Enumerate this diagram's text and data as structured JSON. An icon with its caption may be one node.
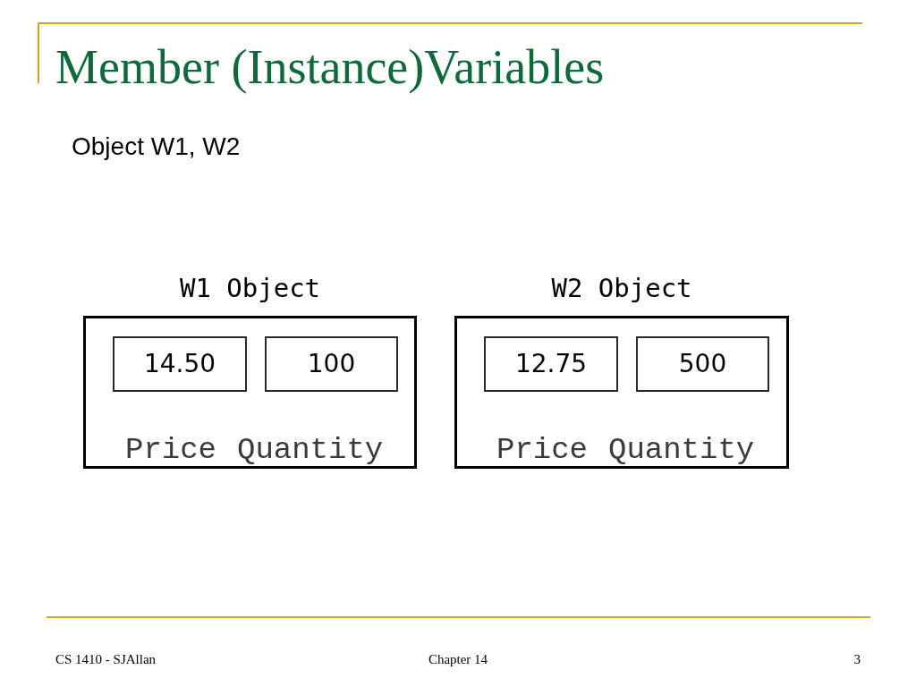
{
  "diagram": {
    "title": "Member (Instance)Variables",
    "nodes": [
      {
        "text": [
          "W1 Object"
        ]
      },
      {
        "text": [
          "14.50"
        ],
        "in": 0,
        "beside": [
          "Price"
        ]
      },
      {
        "text": [
          "100"
        ],
        "in": 0,
        "beside": [
          "Quantity"
        ]
      },
      {
        "text": [
          "W2 Object"
        ]
      },
      {
        "text": [
          "12.75"
        ],
        "in": 3,
        "beside": [
          "Price"
        ]
      },
      {
        "text": [
          "500"
        ],
        "in": 3,
        "beside": [
          "Quantity"
        ]
      }
    ],
    "labels": [
      "Object W1, W2",
      "CS 1410 - SJAllan",
      "Chapter 14",
      "3"
    ]
  }
}
